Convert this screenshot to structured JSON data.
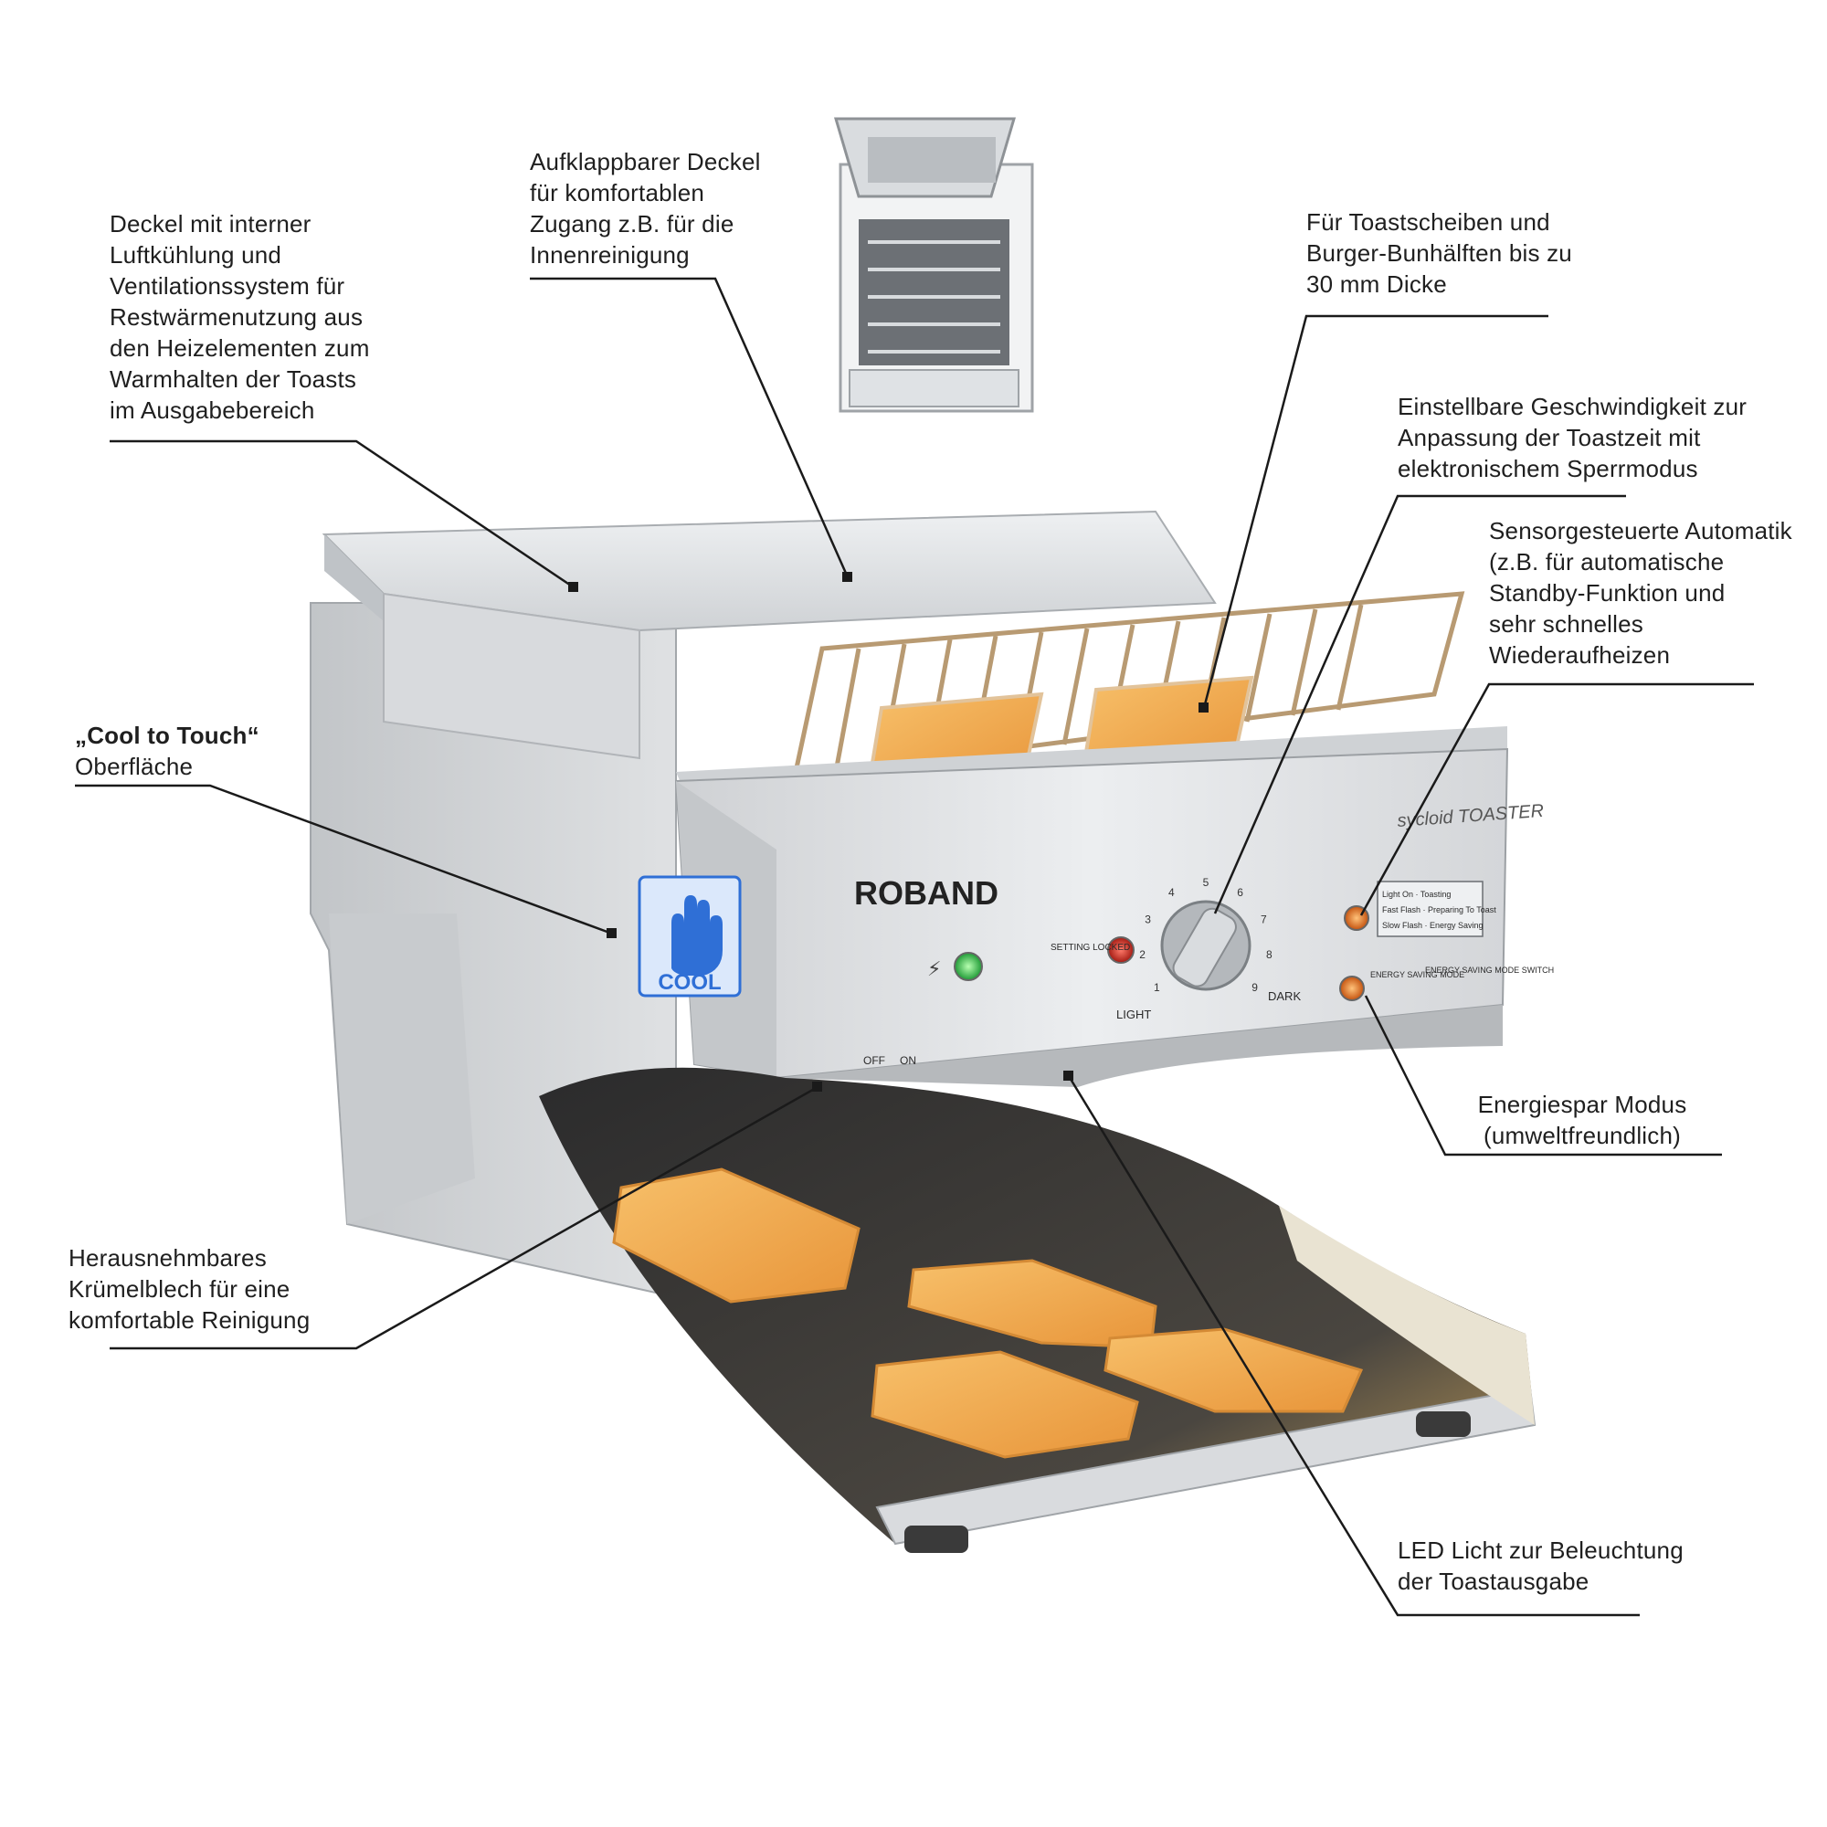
{
  "product": {
    "brand": "ROBAND",
    "model_logo": "sycloid TOASTER",
    "colors": {
      "steel_light": "#e6e7e9",
      "steel_mid": "#c9cbce",
      "steel_dark": "#9ea1a5",
      "toast": "#f0a84a",
      "cool_badge": "#2f6fd6"
    }
  },
  "control_panel": {
    "setting_locked": "SETTING LOCKED",
    "light": "LIGHT",
    "dark": "DARK",
    "off": "OFF",
    "on": "ON",
    "energy_saving_mode": "ENERGY SAVING MODE",
    "energy_saving_switch": "ENERGY SAVING MODE SWITCH",
    "dial_numbers": [
      "1",
      "2",
      "3",
      "4",
      "5",
      "6",
      "7",
      "8",
      "9"
    ],
    "status_legend": [
      {
        "signal": "Light On",
        "meaning": "Toasting"
      },
      {
        "signal": "Fast Flash",
        "meaning": "Preparing To Toast"
      },
      {
        "signal": "Slow Flash",
        "meaning": "Energy Saving"
      }
    ]
  },
  "cool_badge": {
    "text": "COOL",
    "icon": "hand-icon"
  },
  "callouts": {
    "lid_cooling": "Deckel mit interner\nLuftkühlung und\nVentilationssystem für\nRestwärmenutzung aus\nden Heizelementen zum\nWarmhalten der Toasts\nim Ausgabebereich",
    "folding_lid": "Aufklappbarer Deckel\nfür komfortablen\nZugang z.B. für die\nInnenreinigung",
    "thickness": "Für Toastscheiben  und\nBurger-Bunhälften bis zu\n30 mm Dicke",
    "speed": "Einstellbare Geschwindigkeit zur\nAnpassung der Toastzeit mit\nelektronischem Sperrmodus",
    "sensor": "Sensorgesteuerte Automatik\n(z.B. für automatische\nStandby-Funktion und\nsehr schnelles\nWiederaufheizen",
    "cool_title": "„Cool to Touch“",
    "cool_sub": "Oberfläche",
    "energy": "Energiespar Modus\n(umweltfreundlich)",
    "crumb_tray": "Herausnehmbares\nKrümelblech für eine\nkomfortable Reinigung",
    "led": "LED Licht zur Beleuchtung\nder Toastausgabe"
  }
}
